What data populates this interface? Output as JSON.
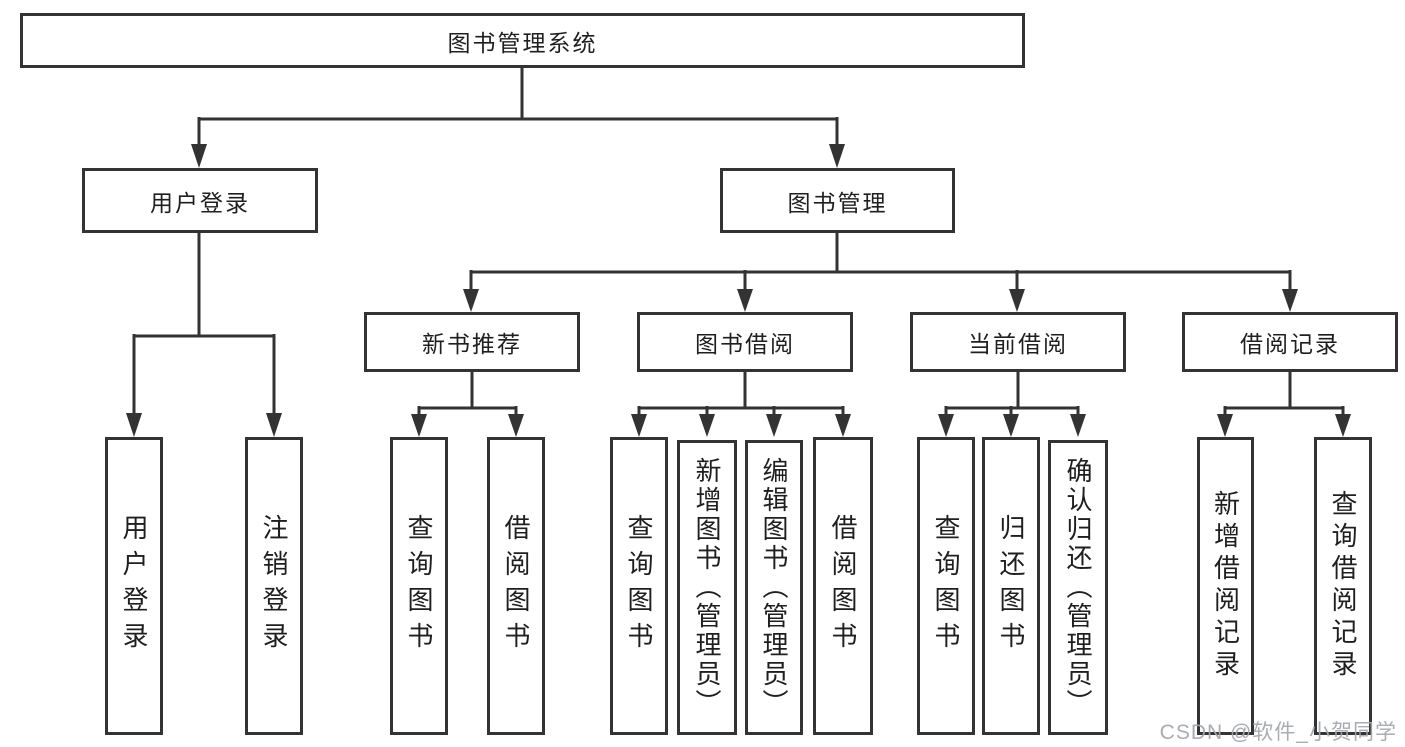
{
  "diagram": {
    "title": "图书管理系统",
    "colors": {
      "line": "#333333",
      "border": "#333333",
      "text": "#1f1f1f",
      "background": "#ffffff",
      "watermark": "#a3a8af"
    },
    "root": {
      "label": "图书管理系统",
      "children": [
        {
          "label": "用户登录",
          "children": [
            {
              "label": "用户登录"
            },
            {
              "label": "注销登录"
            }
          ]
        },
        {
          "label": "图书管理",
          "children": [
            {
              "label": "新书推荐",
              "children": [
                {
                  "label": "查询图书"
                },
                {
                  "label": "借阅图书"
                }
              ]
            },
            {
              "label": "图书借阅",
              "children": [
                {
                  "label": "查询图书"
                },
                {
                  "label": "新增图书（管理员）"
                },
                {
                  "label": "编辑图书（管理员）"
                },
                {
                  "label": "借阅图书"
                }
              ]
            },
            {
              "label": "当前借阅",
              "children": [
                {
                  "label": "查询图书"
                },
                {
                  "label": "归还图书"
                },
                {
                  "label": "确认归还（管理员）"
                }
              ]
            },
            {
              "label": "借阅记录",
              "children": [
                {
                  "label": "新增借阅记录"
                },
                {
                  "label": "查询借阅记录"
                }
              ]
            }
          ]
        }
      ]
    },
    "watermark": {
      "text": "CSDN @软件_小贺同学"
    }
  }
}
